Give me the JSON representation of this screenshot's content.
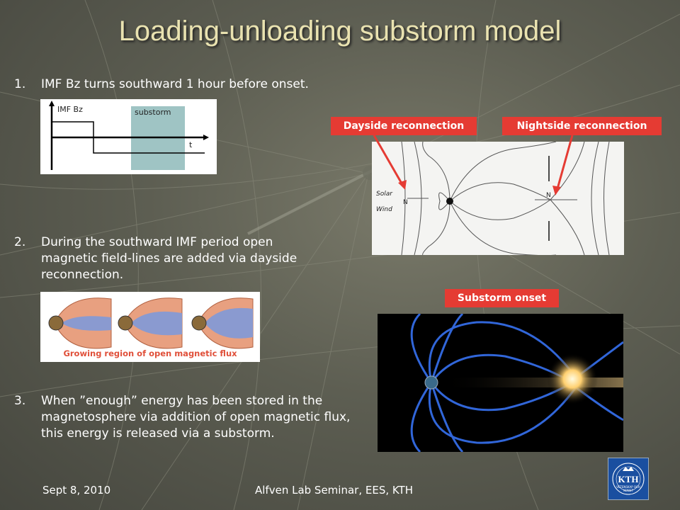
{
  "slide": {
    "title": "Loading-unloading substorm model",
    "items": [
      {
        "num": "1.",
        "text": "IMF Bz turns southward 1 hour before onset."
      },
      {
        "num": "2.",
        "text": "During the southward IMF period open magnetic field-lines are added via dayside reconnection."
      },
      {
        "num": "3.",
        "text": "When ”enough” energy has been stored in the magnetosphere via addition of open magnetic flux, this energy is released via a substorm."
      }
    ]
  },
  "bz_plot": {
    "ylabel": "IMF Bz",
    "band_label": "substorm",
    "xlabel": "t"
  },
  "flux_figure": {
    "caption": "Growing region of open magnetic flux"
  },
  "labels": {
    "dayside": "Dayside reconnection",
    "nightside": "Nightside reconnection",
    "onset": "Substorm onset"
  },
  "field_diagram": {
    "solar": "Solar",
    "wind": "Wind",
    "n1": "N",
    "n2": "N"
  },
  "footer": {
    "date": "Sept 8, 2010",
    "seminar": "Alfven Lab Seminar, EES, KTH"
  },
  "logo": {
    "text": "KTH",
    "sub": "VETENSKAP OCH KONST"
  },
  "colors": {
    "title": "#e9e2b0",
    "label_bg": "#e53b33",
    "logo_bg": "#1a4fa0"
  }
}
